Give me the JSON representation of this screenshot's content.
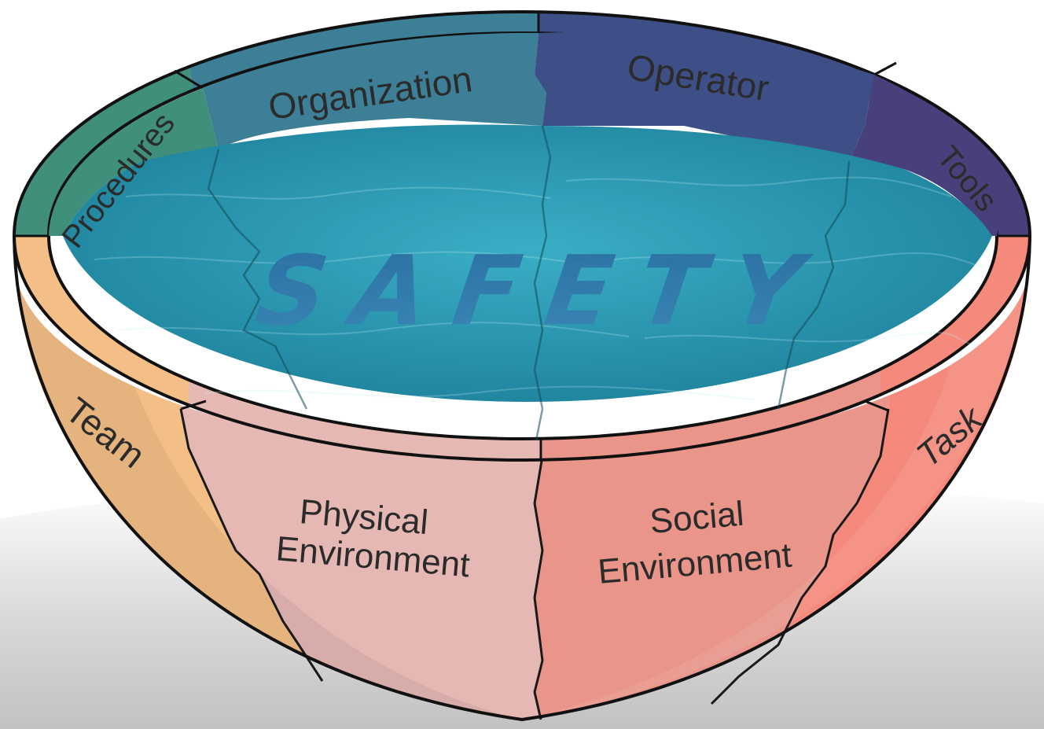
{
  "title": "SAFETY",
  "segments": {
    "procedures": {
      "label": "Procedures",
      "color": "#3f8f7a"
    },
    "organization": {
      "label": "Organization",
      "color": "#3c7f97"
    },
    "operator": {
      "label": "Operator",
      "color": "#3d4f86"
    },
    "tools": {
      "label": "Tools",
      "color": "#48407a"
    },
    "team": {
      "label": "Team",
      "color": "#f3bf86"
    },
    "physical_environment": {
      "label_line1": "Physical",
      "label_line2": "Environment",
      "color": "#e6b8b4"
    },
    "social_environment": {
      "label_line1": "Social",
      "label_line2": "Environment",
      "color": "#e9958a"
    },
    "task": {
      "label": "Task",
      "color": "#f58a7c"
    }
  },
  "water_color": "#2a9bb4"
}
